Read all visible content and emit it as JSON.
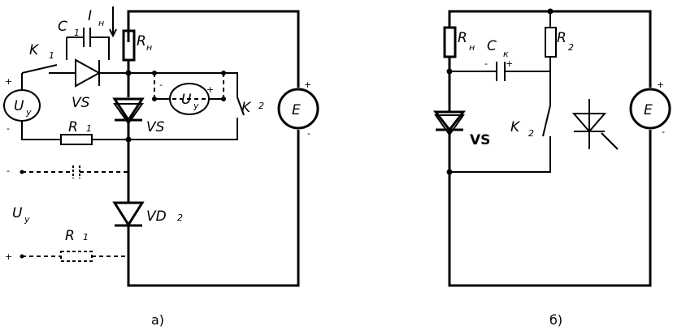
{
  "diagram_a": {
    "caption": "а)",
    "labels": {
      "C": "C",
      "C_sub": "1",
      "I": "I",
      "I_sub": "н",
      "K1": "K",
      "K1_sub": "1",
      "Rn": "R",
      "Rn_sub": "н",
      "VS_top": "VS",
      "VS_main": "VS",
      "Uy_left": "U",
      "Uy_left_sub": "у",
      "Uy_mid": "U",
      "Uy_mid_sub": "у",
      "R1_top": "R",
      "R1_top_sub": "1",
      "K2": "K",
      "K2_sub": "2",
      "E": "E",
      "VD2": "VD",
      "VD2_sub": "2",
      "Uy_bottom": "U",
      "Uy_bottom_sub": "у",
      "R1_bottom": "R",
      "R1_bottom_sub": "1",
      "plus": "+",
      "minus": "-"
    }
  },
  "diagram_b": {
    "caption": "б)",
    "labels": {
      "Rn": "R",
      "Rn_sub": "н",
      "C": "C",
      "C_sub": "к",
      "R2": "R",
      "R2_sub": "2",
      "VS": "VS",
      "K2": "K",
      "K2_sub": "2",
      "E": "E",
      "plus": "+",
      "minus": "-"
    }
  }
}
